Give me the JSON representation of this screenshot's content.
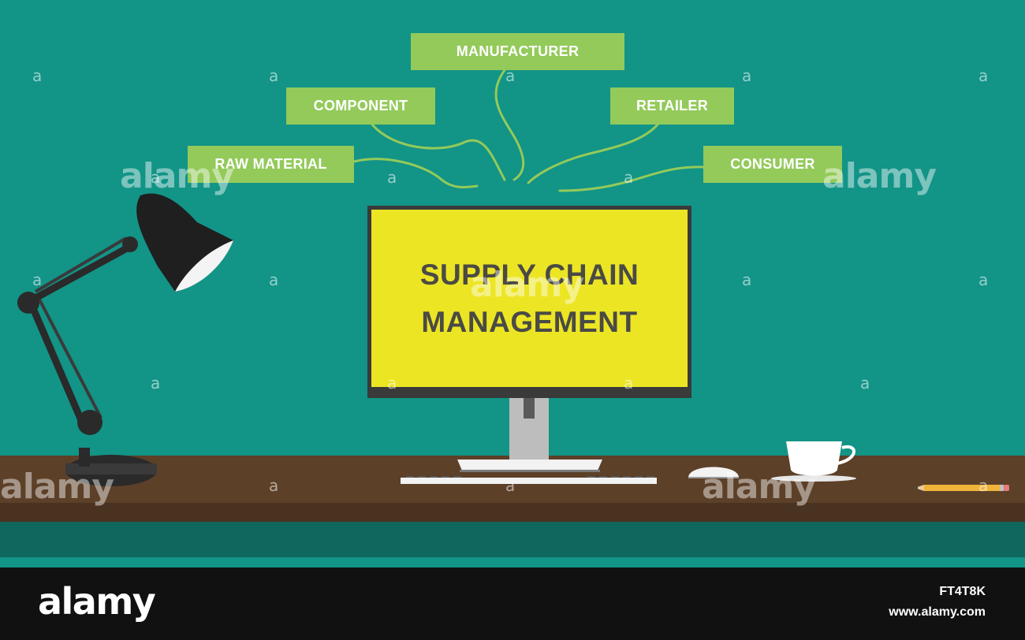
{
  "diagram": {
    "labels": {
      "manufacturer": "MANUFACTURER",
      "component": "COMPONENT",
      "retailer": "RETAILER",
      "raw_material": "RAW MATERIAL",
      "consumer": "CONSUMER"
    },
    "screen": {
      "line1": "SUPPLY CHAIN",
      "line2": "MANAGEMENT"
    }
  },
  "colors": {
    "background": "#129487",
    "label_box": "#93ca5a",
    "connector": "#93ca5a",
    "screen": "#ece524",
    "screen_text": "#4a4a45",
    "desk": "#5c4028",
    "footer": "#111111"
  },
  "watermark": {
    "text": "alamy",
    "letter": "a"
  },
  "footer": {
    "logo": "alamy",
    "image_id": "FT4T8K",
    "url": "www.alamy.com"
  }
}
